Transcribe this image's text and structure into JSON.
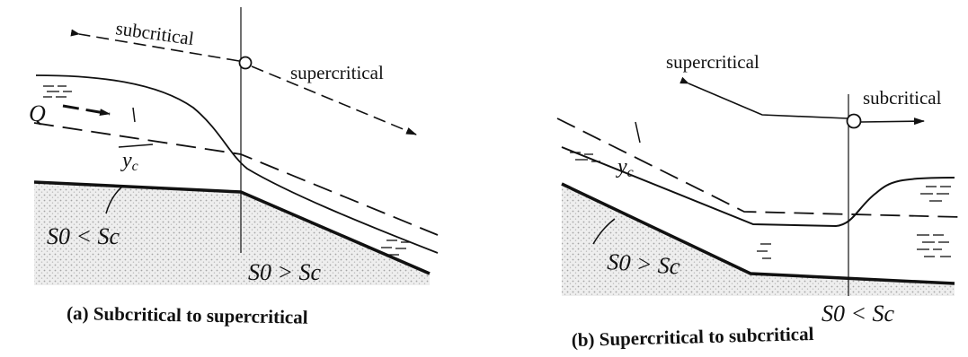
{
  "panel_a": {
    "label_subcritical": "subcritical",
    "label_supercritical": "supercritical",
    "label_flow": "Q",
    "label_critical_depth": "y",
    "label_critical_depth_sub": "c",
    "label_slope_upstream": "S0 < Sc",
    "label_slope_downstream": "S0 > Sc",
    "caption": "(a)  Subcritical to supercritical"
  },
  "panel_b": {
    "label_supercritical": "supercritical",
    "label_subcritical": "subcritical",
    "label_critical_depth": "y",
    "label_critical_depth_sub": "c",
    "label_slope_upstream": "S0 > Sc",
    "label_slope_downstream": "S0 < Sc",
    "caption": "(b)  Supercritical to subcritical"
  },
  "colors": {
    "ink": "#111111",
    "bed_fill": "#e2e2e2"
  }
}
